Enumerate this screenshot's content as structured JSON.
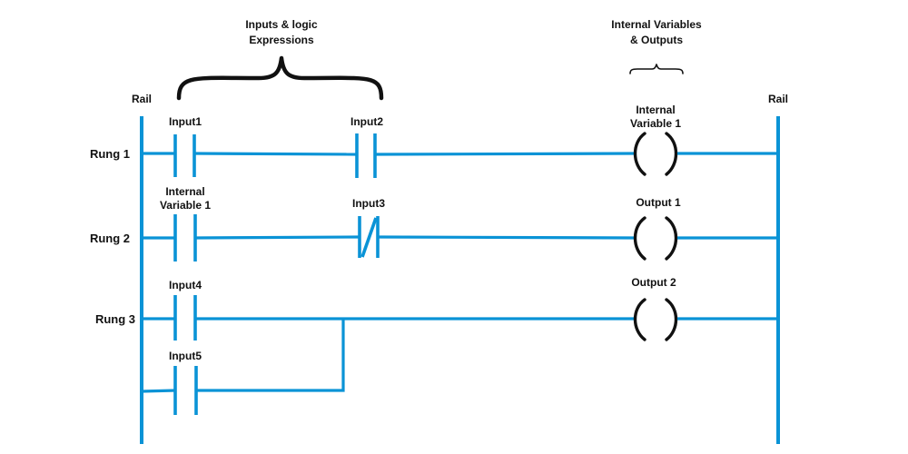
{
  "headers": {
    "inputs_group": [
      "Inputs & logic",
      "Expressions"
    ],
    "outputs_group": [
      "Internal Variables",
      "& Outputs"
    ]
  },
  "rails": {
    "left_label": "Rail",
    "right_label": "Rail"
  },
  "rungs": [
    {
      "label": "Rung 1",
      "contacts": [
        {
          "label": [
            "Input1"
          ],
          "type": "normally-open"
        },
        {
          "label": [
            "Input2"
          ],
          "type": "normally-open"
        }
      ],
      "coil": {
        "label": [
          "Internal",
          "Variable 1"
        ]
      }
    },
    {
      "label": "Rung 2",
      "contacts": [
        {
          "label": [
            "Internal",
            "Variable 1"
          ],
          "type": "normally-open"
        },
        {
          "label": [
            "Input3"
          ],
          "type": "normally-closed"
        }
      ],
      "coil": {
        "label": [
          "Output 1"
        ]
      }
    },
    {
      "label": "Rung 3",
      "contacts": [
        {
          "label": [
            "Input4"
          ],
          "type": "normally-open"
        },
        {
          "label": [
            "Input5"
          ],
          "type": "normally-open",
          "branch": "parallel"
        }
      ],
      "coil": {
        "label": [
          "Output 2"
        ]
      }
    }
  ],
  "colors": {
    "wire": "#0a93d6",
    "symbol": "#111111",
    "background": "#ffffff"
  }
}
